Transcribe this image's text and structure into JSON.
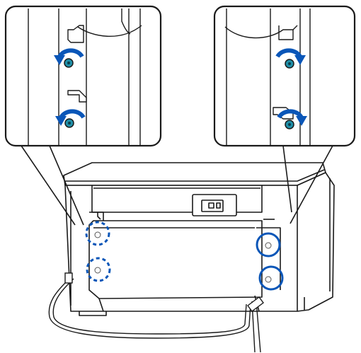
{
  "figure": {
    "callouts": [
      {
        "id": "left",
        "screws": 2,
        "rotation": "counter-clockwise"
      },
      {
        "id": "right",
        "screws": 2,
        "rotation": "clockwise"
      }
    ],
    "colors": {
      "line": "#1a1a1a",
      "accent": "#0a56b8",
      "screw_teal": "#1f8fa8",
      "background": "#ffffff"
    },
    "icons": [
      "rotate-ccw-arrow-icon",
      "rotate-cw-arrow-icon",
      "screw-icon",
      "cable-icon"
    ]
  }
}
